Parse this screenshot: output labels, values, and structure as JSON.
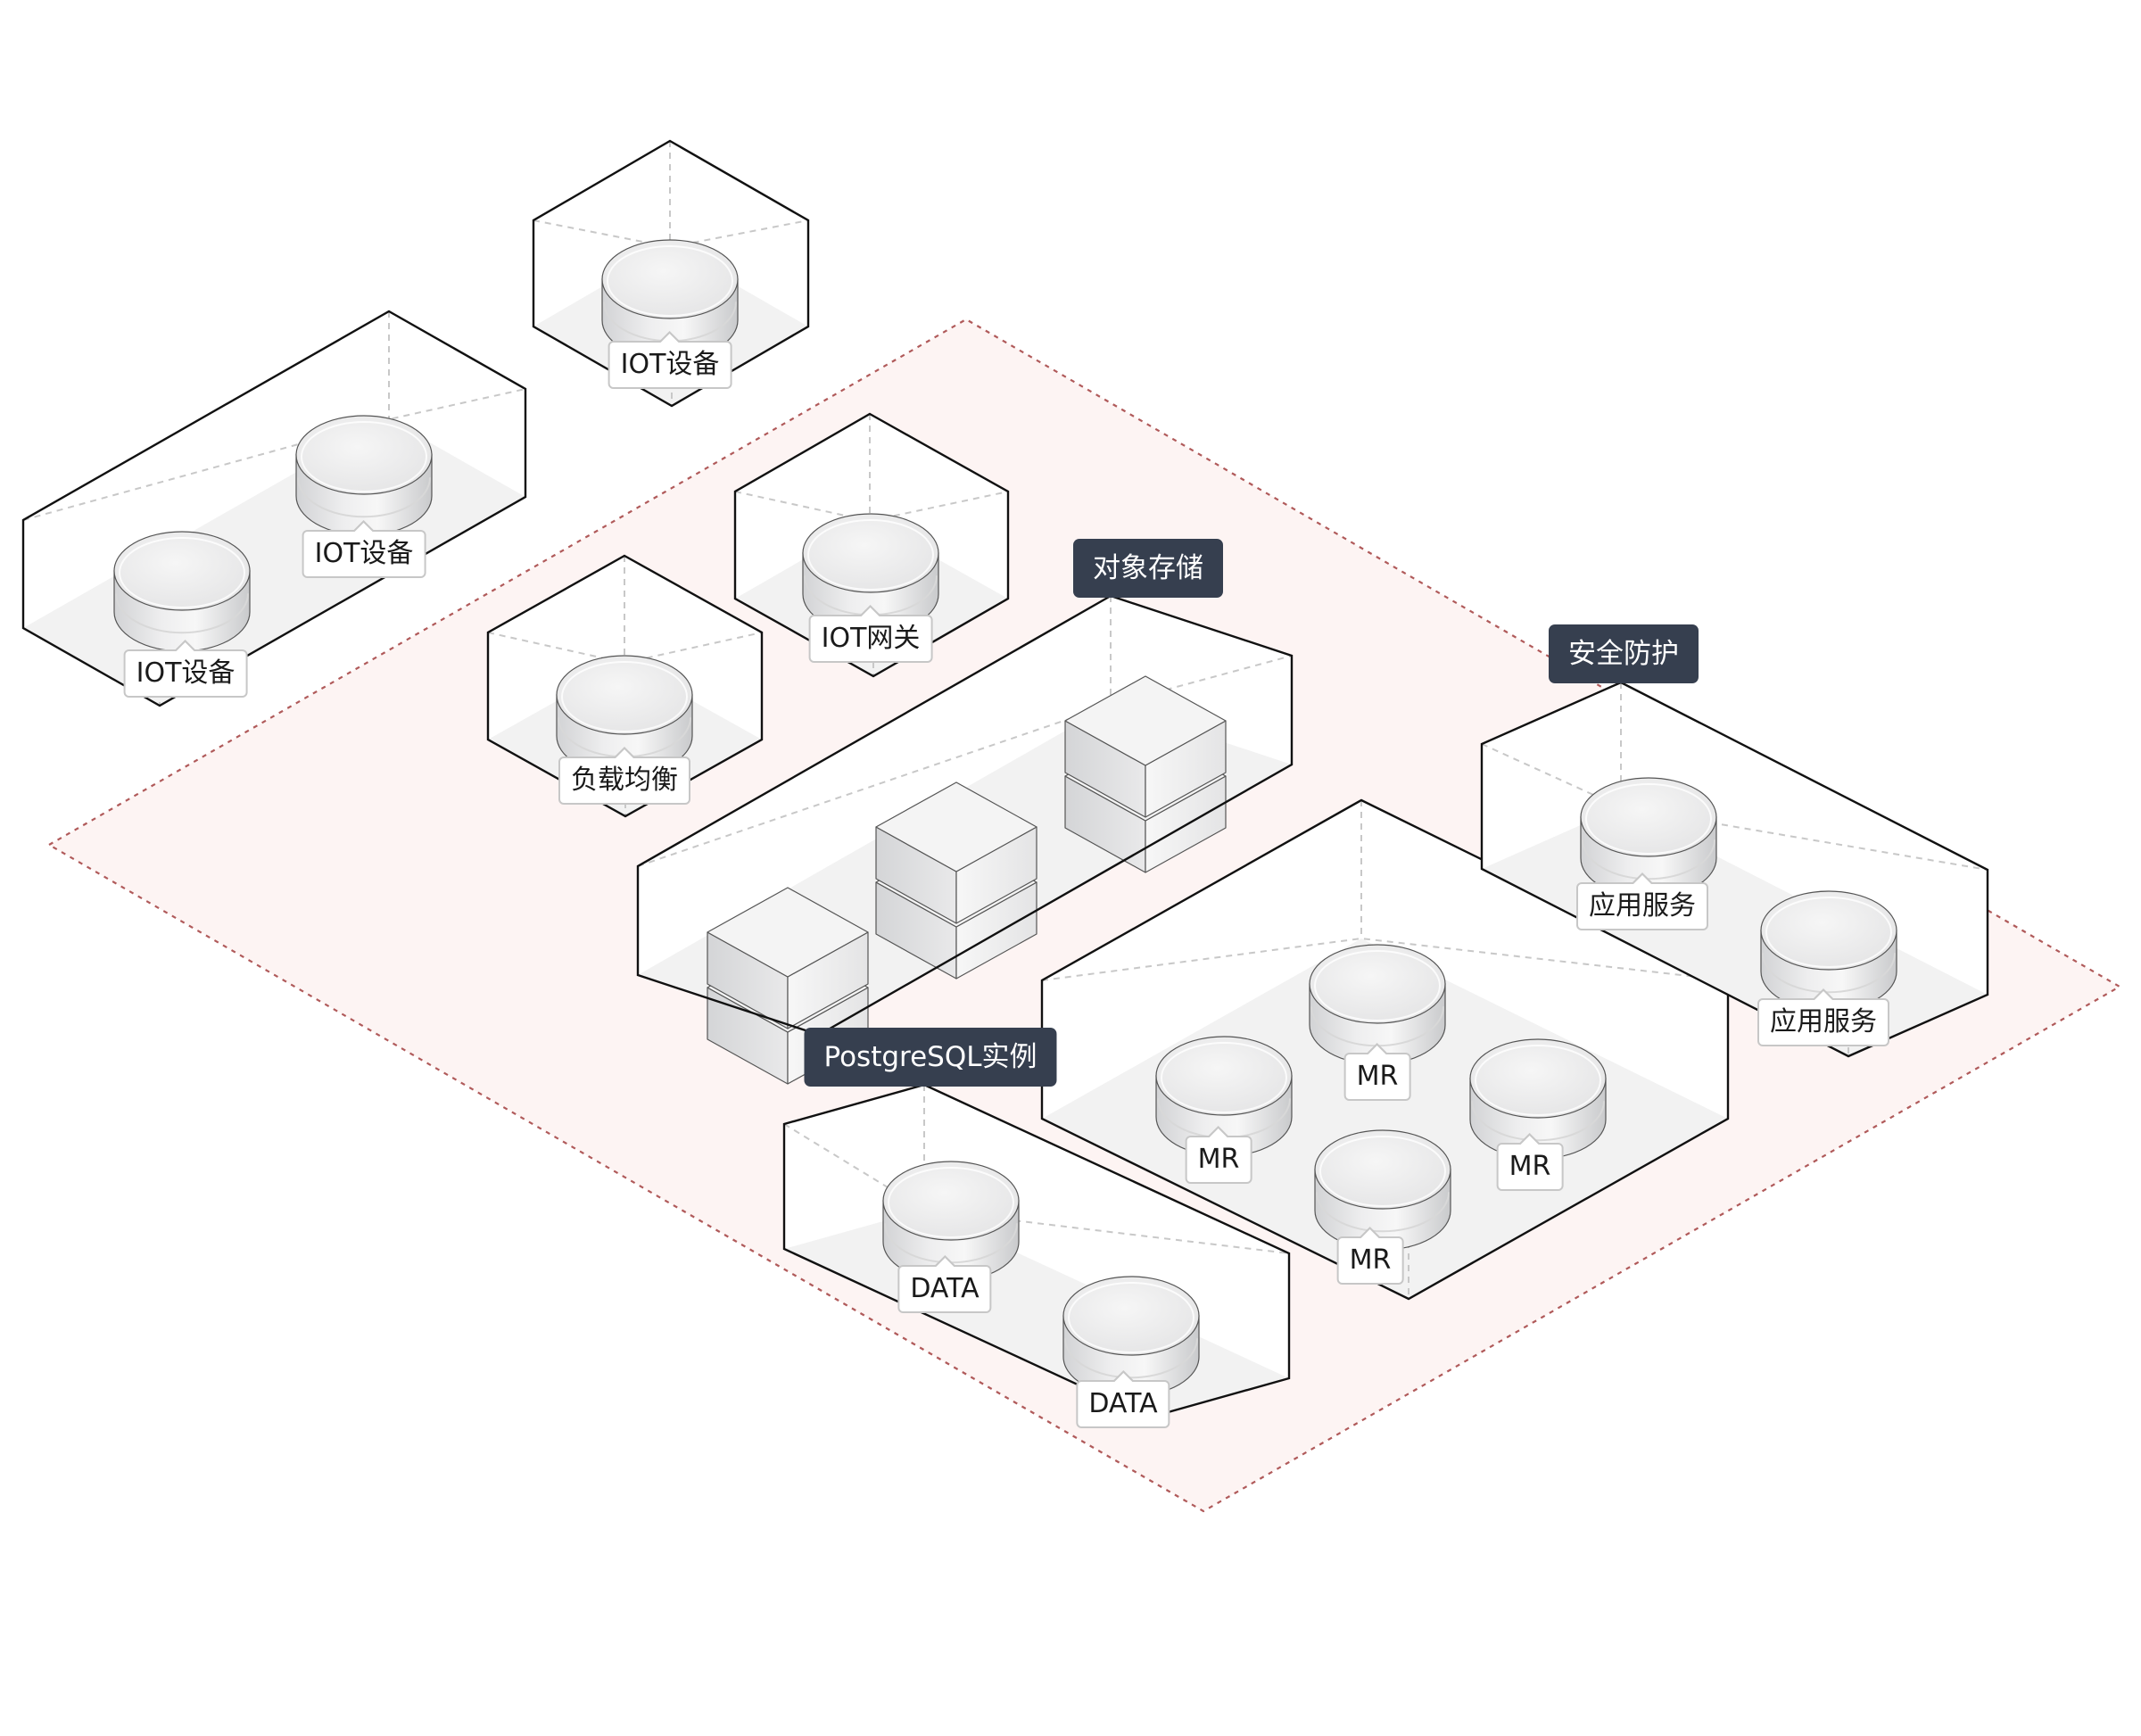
{
  "diagram": {
    "title": "",
    "zone": {
      "name": "cloud-region",
      "border_color": "#b05a5a",
      "fill_color": "#fdf4f3"
    },
    "colors": {
      "badge_bg": "#363f4f",
      "badge_text": "#ffffff",
      "box_stroke": "#111111",
      "floor": "#f2f2f2",
      "guide": "#c8c8c8"
    },
    "groups": [
      {
        "id": "iot-devices-pair",
        "badge": null,
        "nodes": [
          {
            "type": "cylinder",
            "label": "IOT设备"
          },
          {
            "type": "cylinder",
            "label": "IOT设备"
          }
        ]
      },
      {
        "id": "iot-device-single",
        "badge": null,
        "nodes": [
          {
            "type": "cylinder",
            "label": "IOT设备"
          }
        ]
      },
      {
        "id": "iot-gateway",
        "badge": null,
        "nodes": [
          {
            "type": "cylinder",
            "label": "IOT网关"
          }
        ]
      },
      {
        "id": "load-balancer",
        "badge": null,
        "nodes": [
          {
            "type": "cylinder",
            "label": "负载均衡"
          }
        ]
      },
      {
        "id": "object-storage",
        "badge": "对象存储",
        "nodes": [
          {
            "type": "cube-stack",
            "label": ""
          },
          {
            "type": "cube-stack",
            "label": ""
          },
          {
            "type": "cube-stack",
            "label": ""
          }
        ]
      },
      {
        "id": "mr-cluster",
        "badge": null,
        "nodes": [
          {
            "type": "cylinder",
            "label": "MR"
          },
          {
            "type": "cylinder",
            "label": "MR"
          },
          {
            "type": "cylinder",
            "label": "MR"
          },
          {
            "type": "cylinder",
            "label": "MR"
          }
        ]
      },
      {
        "id": "security",
        "badge": "安全防护",
        "nodes": [
          {
            "type": "cylinder",
            "label": "应用服务"
          },
          {
            "type": "cylinder",
            "label": "应用服务"
          }
        ]
      },
      {
        "id": "postgresql",
        "badge": "PostgreSQL实例",
        "nodes": [
          {
            "type": "cylinder",
            "label": "DATA"
          },
          {
            "type": "cylinder",
            "label": "DATA"
          }
        ]
      }
    ]
  }
}
